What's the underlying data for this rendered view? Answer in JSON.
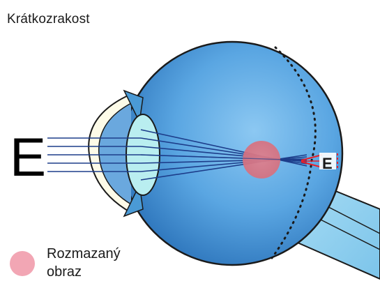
{
  "title": "Krátkozrakost",
  "object_letter": "E",
  "image_letter": "E",
  "legend": {
    "line1": "Rozmazaný",
    "line2": "obraz"
  },
  "colors": {
    "eyeball": "#3f8fd1",
    "eyeball_inner": "#6bb4ea",
    "lens": "#b9eef0",
    "optic_nerve": "#8fd0ee",
    "rays": "#1d3d8a",
    "blur_spot": "#e0828f",
    "legend_dot": "#f2a6b4",
    "focus_lines": "#e8202a"
  }
}
